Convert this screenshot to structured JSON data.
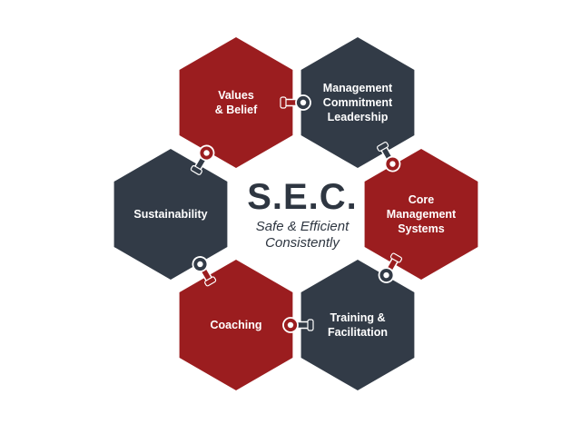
{
  "center": {
    "title": "S.E.C.",
    "subtitle_line1": "Safe & Efficient",
    "subtitle_line2": "Consistently"
  },
  "colors": {
    "red": "#9b1d1f",
    "navy": "#323b47",
    "background": "#ffffff",
    "link_outline": "#ffffff"
  },
  "hexagons": [
    {
      "id": "values",
      "color": "red",
      "lines": [
        "Values",
        "& Belief"
      ]
    },
    {
      "id": "management",
      "color": "navy",
      "lines": [
        "Management",
        "Commitment",
        "Leadership"
      ]
    },
    {
      "id": "core",
      "color": "red",
      "lines": [
        "Core",
        "Management",
        "Systems"
      ]
    },
    {
      "id": "training",
      "color": "navy",
      "lines": [
        "Training &",
        "Facilitation"
      ]
    },
    {
      "id": "coaching",
      "color": "red",
      "lines": [
        "Coaching"
      ]
    },
    {
      "id": "sustainability",
      "color": "navy",
      "lines": [
        "Sustainability"
      ]
    }
  ],
  "connectors": [
    {
      "id": "values-management",
      "icon": "chain-link-icon"
    },
    {
      "id": "management-core",
      "icon": "chain-link-icon"
    },
    {
      "id": "core-training",
      "icon": "chain-link-icon"
    },
    {
      "id": "training-coaching",
      "icon": "chain-link-icon"
    },
    {
      "id": "coaching-sustainability",
      "icon": "chain-link-icon"
    },
    {
      "id": "sustainability-values",
      "icon": "chain-link-icon"
    }
  ]
}
